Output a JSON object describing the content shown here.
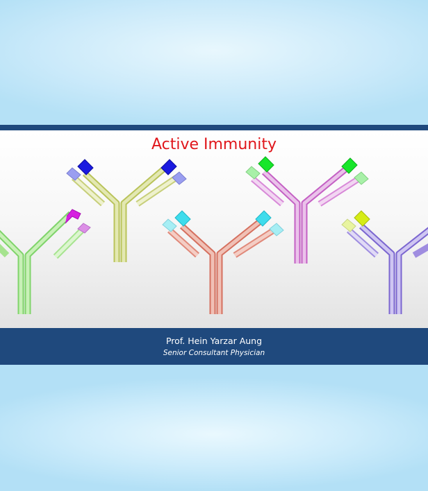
{
  "slide": {
    "title": "Active Immunity",
    "author": "Prof. Hein Yarzar Aung",
    "role": "Senior Consultant Physician"
  },
  "colors": {
    "title": "#e0161b",
    "band": "#1f497d",
    "footer_text": "#ffffff"
  },
  "antibodies": [
    {
      "name": "antibody-green",
      "heavy": "#9be58a",
      "light": "#c9f2b8",
      "tip_left": "#a6e38f",
      "tip_right": "#d61fe0"
    },
    {
      "name": "antibody-olive",
      "heavy": "#d4dc84",
      "light": "#e3e8b2",
      "tip_left": "#1a1ae0",
      "tip_right": "#1a1ae0"
    },
    {
      "name": "antibody-salmon",
      "heavy": "#e0897a",
      "light": "#eab0a3",
      "tip_left": "#3fdcec",
      "tip_right": "#3fdcec"
    },
    {
      "name": "antibody-magenta",
      "heavy": "#d889d8",
      "light": "#e8b8e8",
      "tip_left": "#17e62a",
      "tip_right": "#17e62a"
    },
    {
      "name": "antibody-violet",
      "heavy": "#9f8de0",
      "light": "#c5bbef",
      "tip_left": "#d6ec17",
      "tip_right": "#9f8de0"
    }
  ]
}
